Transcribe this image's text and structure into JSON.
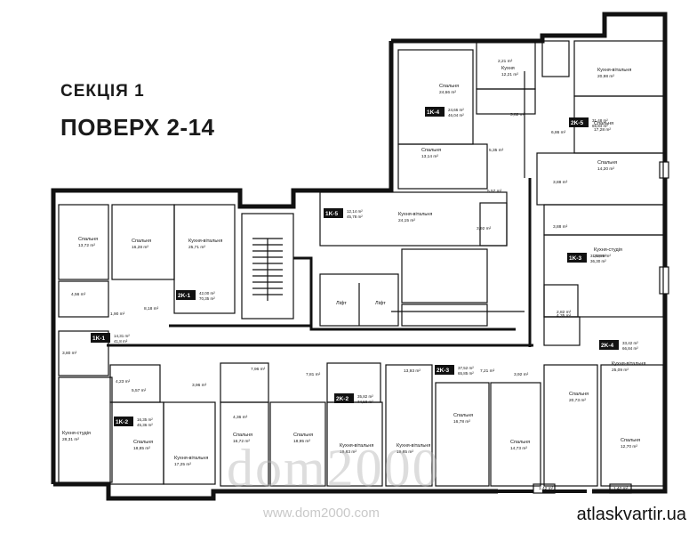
{
  "header": {
    "section": "СЕКЦІЯ 1",
    "floor": "ПОВЕРХ 2-14"
  },
  "footer": {
    "site": "atlaskvartir.ua",
    "watermark_url": "www.dom2000.com",
    "watermark_logo": "dom2000"
  },
  "units": [
    {
      "code": "1K-4",
      "area": "24,66 m²",
      "total": "46,04 m²"
    },
    {
      "code": "2K-5",
      "area": "31,48 m²",
      "total": "65,84 m²"
    },
    {
      "code": "1K-5",
      "area": "12,14 m²",
      "total": "45,78 m²"
    },
    {
      "code": "2K-1",
      "area": "42,00 m²",
      "total": "70,35 m²"
    },
    {
      "code": "1K-3",
      "area": "31,99 m²",
      "total": "36,30 m²"
    },
    {
      "code": "1K-1",
      "area": "14,31 m²",
      "total": "41,8 m²"
    },
    {
      "code": "2K-4",
      "area": "33,42 m²",
      "total": "66,84 m²"
    },
    {
      "code": "1K-2",
      "area": "16,35 m²",
      "total": "45,36 m²"
    },
    {
      "code": "2K-2",
      "area": "35,82 m²",
      "total": "74,58 m²"
    },
    {
      "code": "2K-3",
      "area": "37,52 m²",
      "total": "65,85 m²"
    }
  ],
  "rooms": [
    {
      "name": "Спальня",
      "area": "24,66 m²"
    },
    {
      "name": "Кухня",
      "area": "12,21 m²"
    },
    {
      "name": "Кухня-вітальня",
      "area": "20,98 m²"
    },
    {
      "name": "Спальня",
      "area": "17,28 m²"
    },
    {
      "name": "Спальня",
      "area": "13,14 m²"
    },
    {
      "name": "Спальня",
      "area": "14,20 m²"
    },
    {
      "name": "Кухня-вітальня",
      "area": "24,15 m²"
    },
    {
      "name": "Спальня",
      "area": "13,72 m²"
    },
    {
      "name": "Спальня",
      "area": "16,28 m²"
    },
    {
      "name": "Кухня-вітальня",
      "area": "25,71 m²"
    },
    {
      "name": "Кухня-студія",
      "area": "31,99 m²"
    },
    {
      "name": "Кухня-студія",
      "area": "28,31 m²"
    },
    {
      "name": "Кухня-вітальня",
      "area": "25,09 m²"
    },
    {
      "name": "Спальня",
      "area": "18,85 m²"
    },
    {
      "name": "Кухня-вітальня",
      "area": "17,25 m²"
    },
    {
      "name": "Спальня",
      "area": "16,72 m²"
    },
    {
      "name": "Спальня",
      "area": "18,95 m²"
    },
    {
      "name": "Кухня-вітальня",
      "area": "19,83 m²"
    },
    {
      "name": "Кухня-вітальня",
      "area": "19,85 m²"
    },
    {
      "name": "Спальня",
      "area": "16,78 m²"
    },
    {
      "name": "Спальня",
      "area": "14,73 m²"
    },
    {
      "name": "Спальня",
      "area": "20,73 m²"
    },
    {
      "name": "Спальня",
      "area": "12,70 m²"
    }
  ],
  "small_areas": [
    "2,21 m²",
    "3,82 m²",
    "6,86 m²",
    "5,35 m²",
    "5,57 m²",
    "3,92 m²",
    "3,88 m²",
    "3,88 m²",
    "4,56 m²",
    "1,90 m²",
    "8,18 m²",
    "3,80 m²",
    "4,35 m²",
    "2,82 m²",
    "4,23 m²",
    "5,57 m²",
    "3,96 m²",
    "7,96 m²",
    "7,81 m²",
    "13,93 m²",
    "7,21 m²",
    "3,92 m²",
    "4,36 m²",
    "1,42 m²",
    "1,42 m²"
  ],
  "lifts": [
    "Ліфт",
    "Ліфт"
  ]
}
